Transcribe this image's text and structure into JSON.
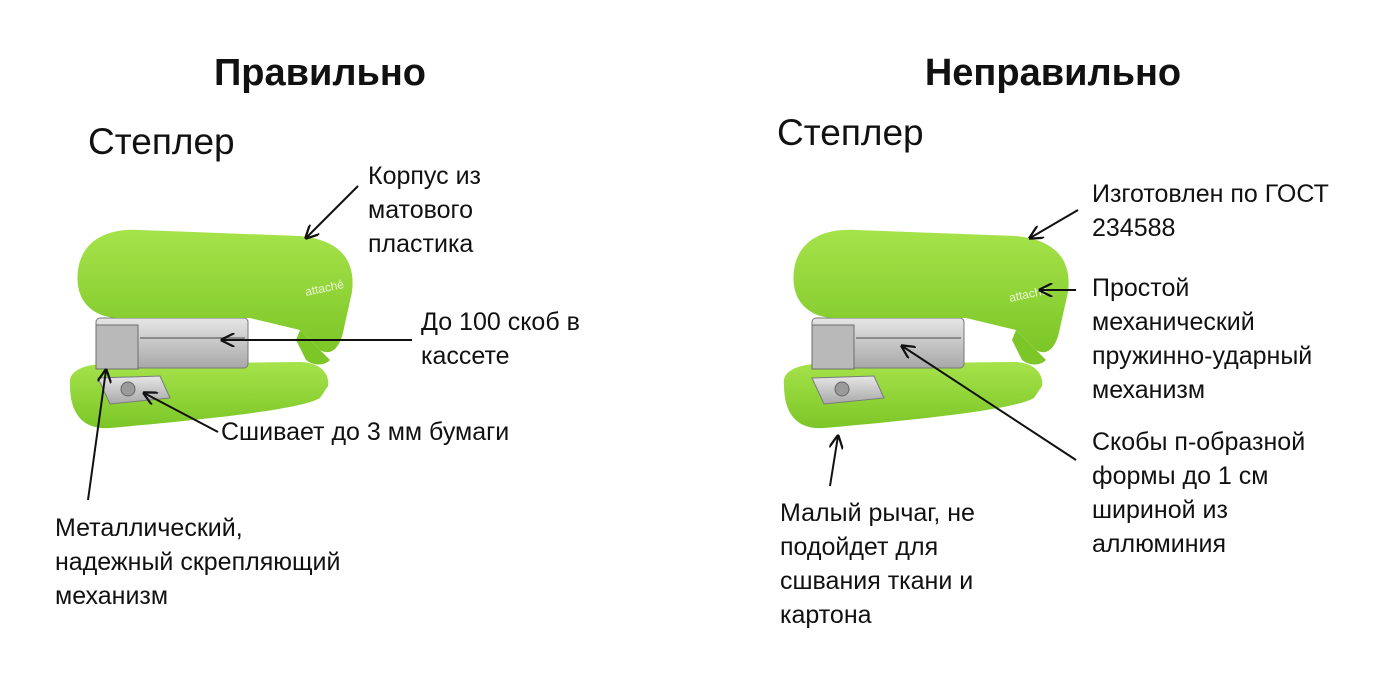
{
  "colors": {
    "stapler_body": "#8fd631",
    "stapler_body_shade": "#6fb81f",
    "metal": "#c8c8c8",
    "metal_dark": "#8a8a8a",
    "text": "#111111"
  },
  "left": {
    "heading": "Правильно",
    "subtitle": "Степлер",
    "logo_text": "attaché",
    "callouts": {
      "body": "Корпус из\nматового\nпластика",
      "cassette": "До 100 скоб в\nкассете",
      "stitches": "Сшивает до 3 мм бумаги",
      "mechanism": "Металлический,\nнадежный скрепляющий\nмеханизм"
    }
  },
  "right": {
    "heading": "Неправильно",
    "subtitle": "Степлер",
    "logo_text": "attaché",
    "callouts": {
      "gost": "Изготовлен по ГОСТ\n234588",
      "spring": "Простой\nмеханический\nпружинно-ударный\nмеханизм",
      "staples": "Скобы п-образной\nформы до 1 см\nшириной из\nаллюминия",
      "lever": "Малый рычаг, не\nподойдет для\nсшвания ткани и\nкартона"
    }
  }
}
